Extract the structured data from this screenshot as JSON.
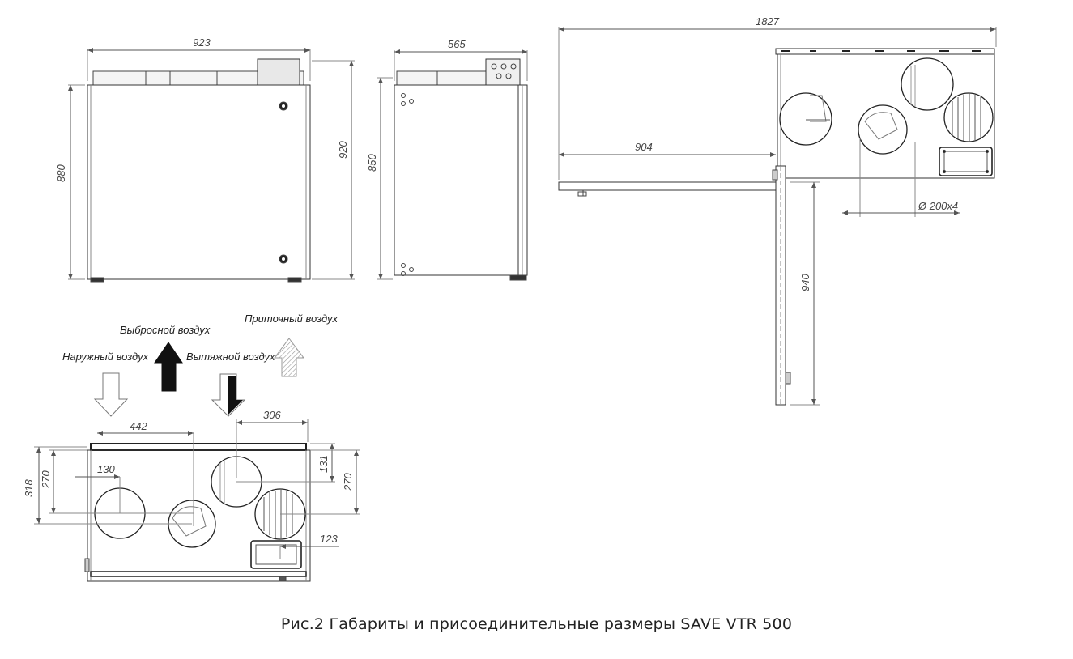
{
  "front_view": {
    "width": "923",
    "height_body": "880",
    "height_total": "920"
  },
  "side_view": {
    "depth": "565",
    "height": "850"
  },
  "installed_view": {
    "overall_width": "1827",
    "bracket": "904",
    "leg_height": "940",
    "duct_label": "Ø 200x4"
  },
  "airflow": {
    "outdoor": "Наружный воздух",
    "exhaust_out": "Выбросной воздух",
    "extract": "Вытяжной воздух",
    "supply": "Приточный воздух"
  },
  "connections": {
    "d442": "442",
    "d306": "306",
    "d130": "130",
    "d318": "318",
    "d270_left": "270",
    "d131": "131",
    "d270_right": "270",
    "d123": "123"
  },
  "caption": "Рис.2 Габариты и присоединительные размеры SAVE VTR 500"
}
